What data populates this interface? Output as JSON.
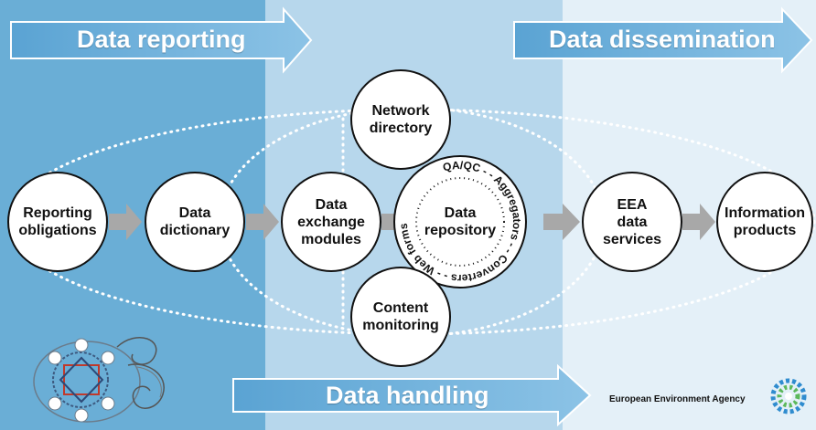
{
  "colors": {
    "reporting_panel": "#6aaed6",
    "handling_panel": "#b7d7ec",
    "dissemination_panel": "#e4f0f8",
    "banner_arrow": "#5aa3d3",
    "connector_arrow": "#a8a8a8",
    "ring": "#ffffff"
  },
  "banners": {
    "reporting": "Data reporting",
    "dissemination": "Data dissemination",
    "handling": "Data handling"
  },
  "nodes": {
    "reporting_obligations": "Reporting\nobligations",
    "data_dictionary": "Data\ndictionary",
    "data_exchange_modules": "Data\nexchange\nmodules",
    "data_repository": "Data\nrepository",
    "network_directory": "Network\ndirectory",
    "content_monitoring": "Content\nmonitoring",
    "eea_data_services": "EEA\ndata\nservices",
    "information_products": "Information\nproducts"
  },
  "repository_ring": "QA/QC - - Aggregators - - Converters - - Web forms - -",
  "footer": {
    "agency": "European Environment Agency",
    "logo_icon": "eea-logo-icon",
    "illustration_icon": "map-scroll-illustration-icon"
  }
}
